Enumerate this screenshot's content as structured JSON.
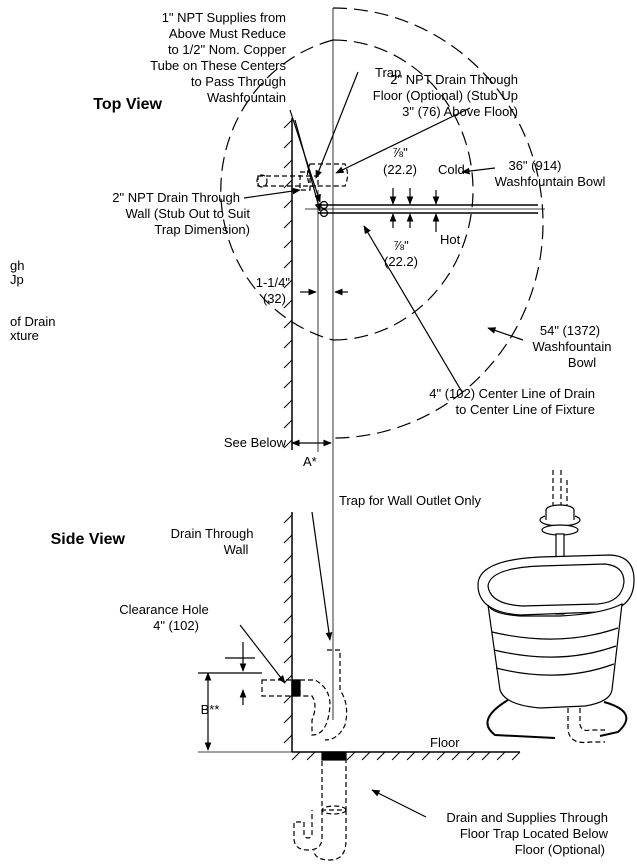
{
  "views": {
    "top_title": "Top View",
    "side_title": "Side View"
  },
  "left_fragments": {
    "f1": "gh",
    "f2": "Jp",
    "f3": "of Drain",
    "f4": "xture"
  },
  "top_labels": {
    "supplies": [
      "1\" NPT Supplies from",
      "Above Must Reduce",
      "to 1/2\" Nom. Copper",
      "Tube on These Centers",
      "to Pass Through",
      "Washfountain"
    ],
    "trap": "Trap",
    "floor_drain": [
      "2\" NPT Drain Through",
      "Floor (Optional) (Stub Up",
      "3\" (76) Above Floor)"
    ],
    "dim_78_top": [
      "⅞\"",
      "(22.2)"
    ],
    "cold": "Cold",
    "bowl36": [
      "36\" (914)",
      "Washfountain Bowl"
    ],
    "wall_drain": [
      "2\" NPT Drain Through",
      "Wall (Stub Out to Suit",
      "Trap Dimension)"
    ],
    "hot": "Hot",
    "dim_78_bot": [
      "⅞\"",
      "(22.2)"
    ],
    "dim_114": [
      "1-1/4\"",
      "(32)"
    ],
    "bowl54": [
      "54\" (1372)",
      "Washfountain",
      "Bowl"
    ],
    "centerline": [
      "4\" (102) Center Line of Drain",
      "to Center Line of Fixture"
    ],
    "see_below": "See Below",
    "a_dim": "A*"
  },
  "side_labels": {
    "trap_wall": "Trap for Wall Outlet Only",
    "drain_wall": [
      "Drain Through",
      "Wall"
    ],
    "clearance": [
      "Clearance Hole",
      "4\" (102)"
    ],
    "b_dim": "B**",
    "floor": "Floor",
    "floor_drain": [
      "Drain and Supplies Through",
      "Floor Trap Located Below",
      "Floor (Optional)"
    ]
  }
}
